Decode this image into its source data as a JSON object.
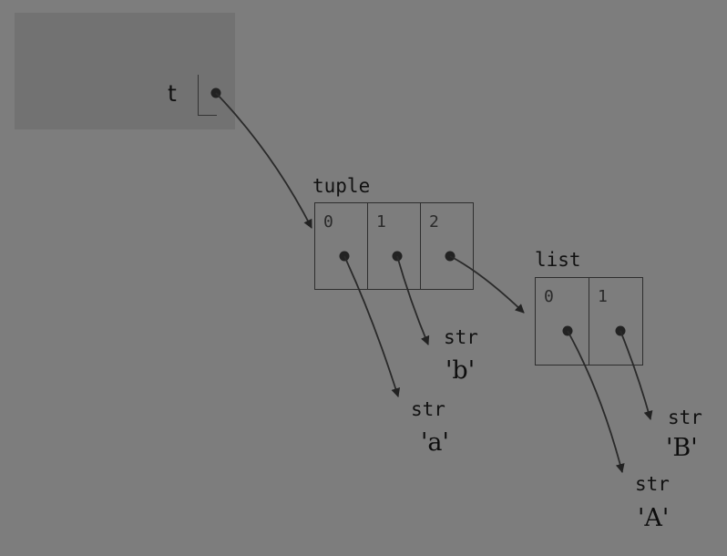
{
  "frame": {
    "variable": "t"
  },
  "tuple": {
    "type": "tuple",
    "indices": [
      "0",
      "1",
      "2"
    ]
  },
  "list": {
    "type": "list",
    "indices": [
      "0",
      "1"
    ]
  },
  "strings": [
    {
      "type": "str",
      "value": "'a'"
    },
    {
      "type": "str",
      "value": "'b'"
    },
    {
      "type": "str",
      "value": "'A'"
    },
    {
      "type": "str",
      "value": "'B'"
    }
  ],
  "colors": {
    "background": "#7d7d7d",
    "frame": "#727272",
    "stroke": "#2e2e2e"
  }
}
